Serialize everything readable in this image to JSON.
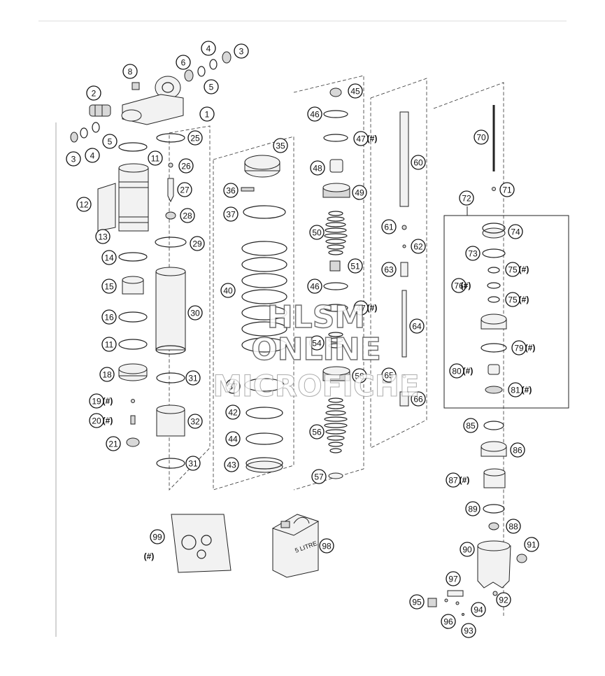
{
  "diagram": {
    "callouts": [
      {
        "label": "1",
        "hash": false
      },
      {
        "label": "2",
        "hash": false
      },
      {
        "label": "3",
        "hash": false
      },
      {
        "label": "4",
        "hash": false
      },
      {
        "label": "5",
        "hash": false
      },
      {
        "label": "6",
        "hash": false
      },
      {
        "label": "8",
        "hash": false
      },
      {
        "label": "3",
        "hash": false
      },
      {
        "label": "4",
        "hash": false
      },
      {
        "label": "5",
        "hash": false
      },
      {
        "label": "11",
        "hash": false
      },
      {
        "label": "12",
        "hash": false
      },
      {
        "label": "13",
        "hash": false
      },
      {
        "label": "14",
        "hash": false
      },
      {
        "label": "15",
        "hash": false
      },
      {
        "label": "16",
        "hash": false
      },
      {
        "label": "11",
        "hash": false
      },
      {
        "label": "18",
        "hash": false
      },
      {
        "label": "19",
        "hash": true
      },
      {
        "label": "20",
        "hash": true
      },
      {
        "label": "21",
        "hash": false
      },
      {
        "label": "25",
        "hash": false
      },
      {
        "label": "26",
        "hash": false
      },
      {
        "label": "27",
        "hash": false
      },
      {
        "label": "28",
        "hash": false
      },
      {
        "label": "29",
        "hash": false
      },
      {
        "label": "30",
        "hash": false
      },
      {
        "label": "31",
        "hash": false
      },
      {
        "label": "32",
        "hash": false
      },
      {
        "label": "31",
        "hash": false
      },
      {
        "label": "35",
        "hash": false
      },
      {
        "label": "36",
        "hash": false
      },
      {
        "label": "37",
        "hash": false
      },
      {
        "label": "40",
        "hash": false
      },
      {
        "label": "37",
        "hash": false
      },
      {
        "label": "42",
        "hash": false
      },
      {
        "label": "44",
        "hash": false
      },
      {
        "label": "43",
        "hash": false
      },
      {
        "label": "45",
        "hash": false
      },
      {
        "label": "46",
        "hash": false
      },
      {
        "label": "47",
        "hash": true
      },
      {
        "label": "48",
        "hash": false
      },
      {
        "label": "49",
        "hash": false
      },
      {
        "label": "50",
        "hash": false
      },
      {
        "label": "51",
        "hash": false
      },
      {
        "label": "46",
        "hash": false
      },
      {
        "label": "47",
        "hash": true
      },
      {
        "label": "54",
        "hash": false
      },
      {
        "label": "58",
        "hash": false
      },
      {
        "label": "56",
        "hash": false
      },
      {
        "label": "57",
        "hash": false
      },
      {
        "label": "60",
        "hash": false
      },
      {
        "label": "61",
        "hash": false
      },
      {
        "label": "62",
        "hash": false
      },
      {
        "label": "63",
        "hash": false
      },
      {
        "label": "64",
        "hash": false
      },
      {
        "label": "65",
        "hash": false
      },
      {
        "label": "66",
        "hash": false
      },
      {
        "label": "70",
        "hash": false
      },
      {
        "label": "71",
        "hash": false
      },
      {
        "label": "72",
        "hash": false
      },
      {
        "label": "74",
        "hash": false
      },
      {
        "label": "73",
        "hash": false
      },
      {
        "label": "75",
        "hash": true
      },
      {
        "label": "76",
        "hash": true
      },
      {
        "label": "75",
        "hash": true
      },
      {
        "label": "79",
        "hash": true
      },
      {
        "label": "80",
        "hash": true
      },
      {
        "label": "81",
        "hash": true
      },
      {
        "label": "85",
        "hash": false
      },
      {
        "label": "86",
        "hash": false
      },
      {
        "label": "87",
        "hash": true
      },
      {
        "label": "89",
        "hash": false
      },
      {
        "label": "88",
        "hash": false
      },
      {
        "label": "90",
        "hash": false
      },
      {
        "label": "91",
        "hash": false
      },
      {
        "label": "97",
        "hash": false
      },
      {
        "label": "92",
        "hash": false
      },
      {
        "label": "95",
        "hash": false
      },
      {
        "label": "94",
        "hash": false
      },
      {
        "label": "96",
        "hash": false
      },
      {
        "label": "93",
        "hash": false
      },
      {
        "label": "99",
        "hash": true
      },
      {
        "label": "98",
        "hash": false
      }
    ],
    "hash_marker": "(#)",
    "oil_can_label": "5 LITRE",
    "watermark": {
      "line1": "HLSM",
      "line2": "ONLINE",
      "line3": "MICROFICHE"
    }
  }
}
